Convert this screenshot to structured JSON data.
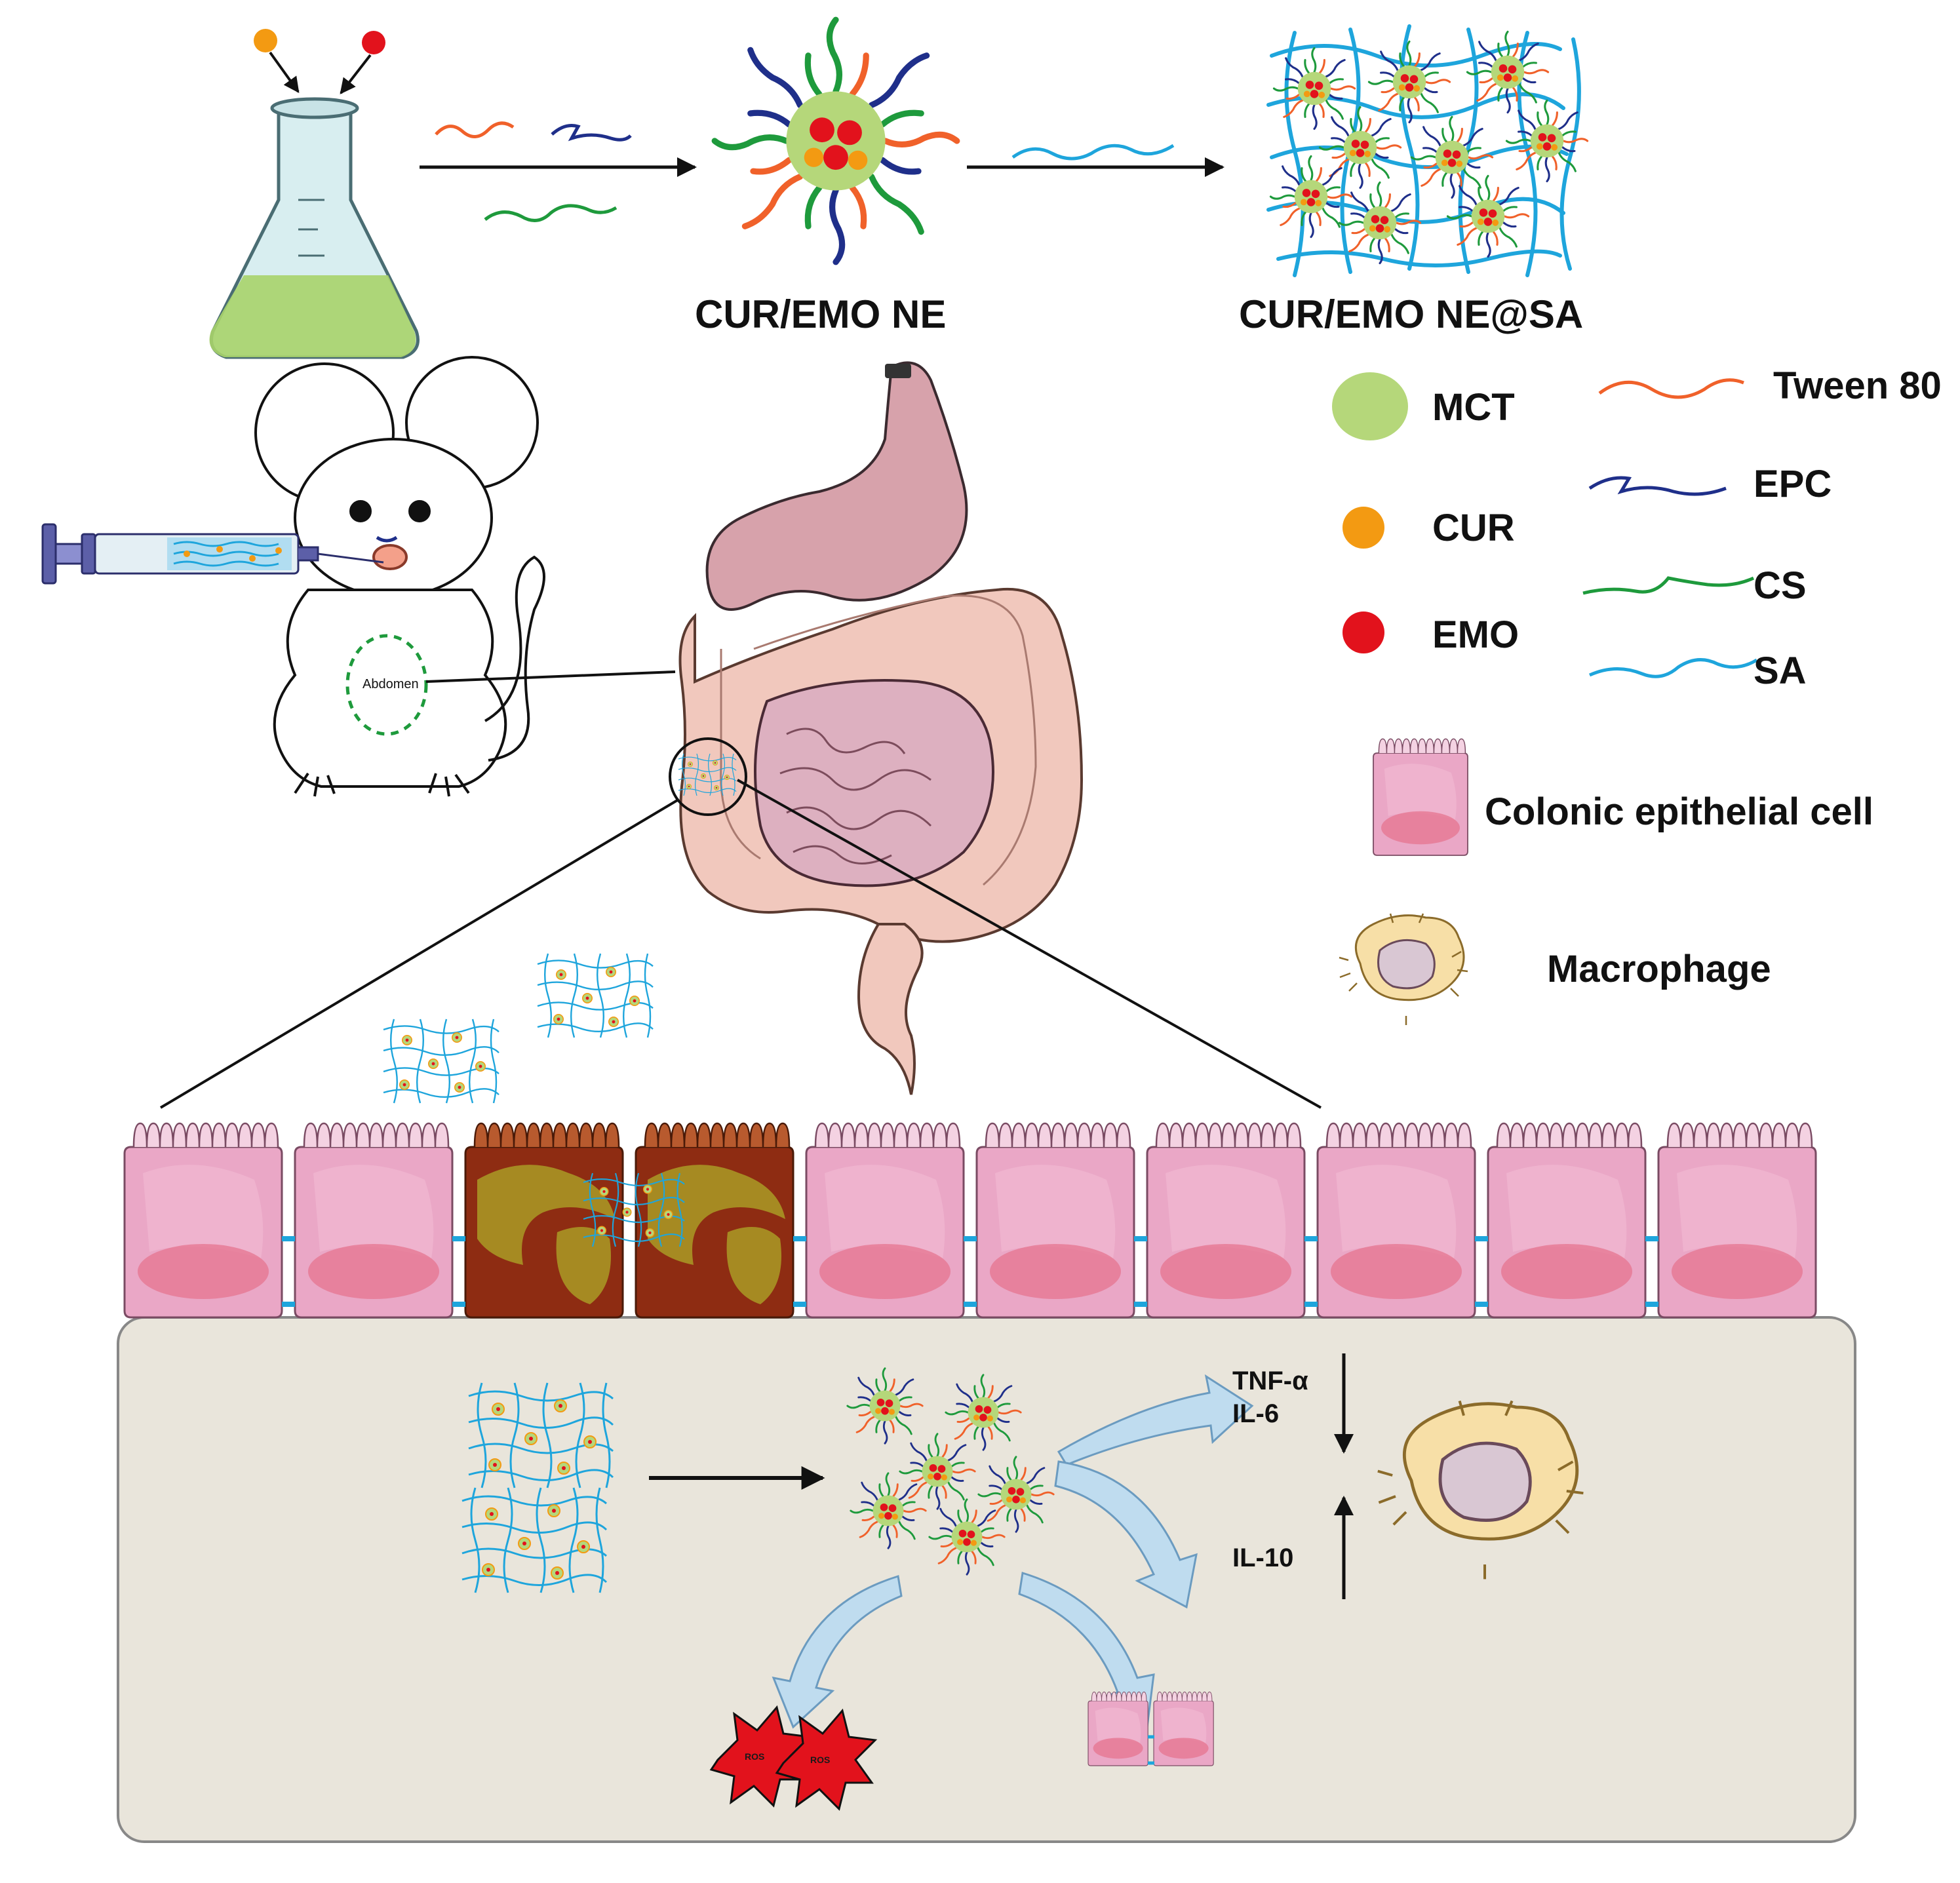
{
  "synthesis": {
    "ne_label": "CUR/EMO NE",
    "gel_label": "CUR/EMO NE@SA"
  },
  "legend": {
    "mct": "MCT",
    "cur": "CUR",
    "emo": "EMO",
    "tween": "Tween 80",
    "epc": "EPC",
    "cs": "CS",
    "sa": "SA",
    "epithelial": "Colonic epithelial cell",
    "macrophage": "Macrophage"
  },
  "mouse": {
    "abdomen_label": "Abdomen"
  },
  "effects": {
    "tnf": "TNF-α",
    "il6": "IL-6",
    "il10": "IL-10",
    "ros": "ROS"
  },
  "colors": {
    "mct_green": "#b5d77a",
    "cur_orange": "#f39a12",
    "emo_red": "#e2121c",
    "tween_orange": "#f0612a",
    "epc_navy": "#1f2f8a",
    "cs_green": "#1e9a3c",
    "sa_blue": "#1ea5dc",
    "cell_pink": "#eaa7c6",
    "damaged_cell": "#8e2c12",
    "macrophage_yellow": "#f7dfa7",
    "mucosa_bg": "#e9e5db",
    "gut_pink": "#e6b8bc",
    "stomach_pink": "#d7a2ab"
  }
}
